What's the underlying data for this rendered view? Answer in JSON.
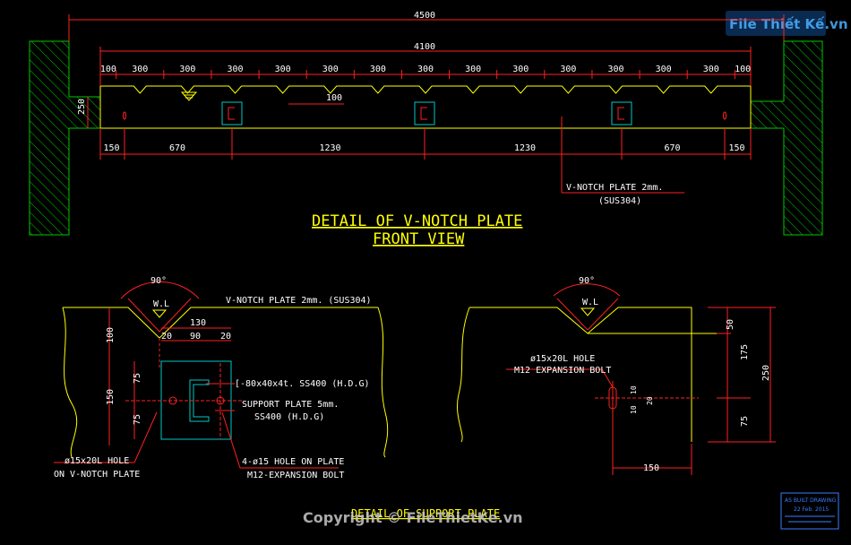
{
  "watermark": {
    "logo": "File Thiết Kế.vn",
    "copyright": "Copyright © FileThietKe.vn"
  },
  "front_view": {
    "title_line1": "DETAIL OF V-NOTCH PLATE",
    "title_line2": "FRONT VIEW",
    "dim_overall": "4500",
    "dim_plate": "4100",
    "dim_notches": [
      "100",
      "300",
      "300",
      "300",
      "300",
      "300",
      "300",
      "300",
      "300",
      "300",
      "300",
      "300",
      "300",
      "300",
      "100"
    ],
    "dim_notch_depth": "100",
    "dim_side": "250",
    "dim_bottom": [
      "150",
      "670",
      "1230",
      "1230",
      "670",
      "150"
    ],
    "callout_line1": "V-NOTCH PLATE 2mm.",
    "callout_line2": "(SUS304)"
  },
  "support_detail": {
    "title": "DETAIL OF SUPPORT PLATE",
    "angle": "90°",
    "wl": "W.L",
    "plate_label": "V-NOTCH PLATE 2mm. (SUS304)",
    "dim_130": "130",
    "dim_20a": "20",
    "dim_90": "90",
    "dim_20b": "20",
    "dim_100": "100",
    "dim_150": "150",
    "dim_75a": "75",
    "dim_75b": "75",
    "channel": "[-80x40x4t. SS400 (H.D.G)",
    "support_line1": "SUPPORT PLATE 5mm.",
    "support_line2": "SS400 (H.D.G)",
    "hole_line1": "ø15x20L HOLE",
    "hole_line2": "ON V-NOTCH PLATE",
    "bolt_line1": "4-ø15 HOLE ON PLATE",
    "bolt_line2": "M12-EXPANSION BOLT"
  },
  "side_detail": {
    "angle": "90°",
    "wl": "W.L",
    "hole_line1": "ø15x20L HOLE",
    "hole_line2": "M12 EXPANSION BOLT",
    "dim_50": "50",
    "dim_175": "175",
    "dim_250": "250",
    "dim_75": "75",
    "dim_150": "150",
    "dim_10a": "10",
    "dim_10b": "10",
    "dim_20": "20"
  },
  "stamp": {
    "line1": "AS BUILT DRAWING",
    "line2": "22 Feb. 2015"
  },
  "colors": {
    "wall": "#00c800",
    "plate": "#ffff00",
    "dim": "#ff2020",
    "channel": "#00c8c8",
    "hatch": "#00c800"
  }
}
